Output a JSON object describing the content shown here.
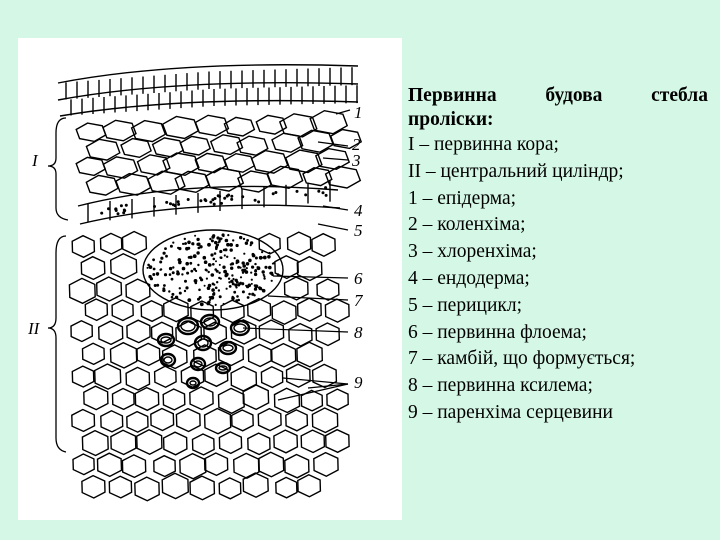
{
  "background": "#d4f7e6",
  "caption": {
    "title": "Первинна будова стебла проліски:",
    "items": [
      "I – первинна кора;",
      "II – центральний циліндр;",
      "1 – епідерма;",
      "2 – коленхіма;",
      "3 – хлоренхіма;",
      "4 – ендодерма;",
      "5 – перицикл;",
      "6 – первинна флоема;",
      "7 – камбій, що формується;",
      "8 – первинна ксилема;",
      "9 – паренхіма серцевини"
    ]
  },
  "figure": {
    "region_labels": [
      "I",
      "II"
    ],
    "tissue_labels": [
      "1",
      "2",
      "3",
      "4",
      "5",
      "6",
      "7",
      "8",
      "9"
    ]
  }
}
